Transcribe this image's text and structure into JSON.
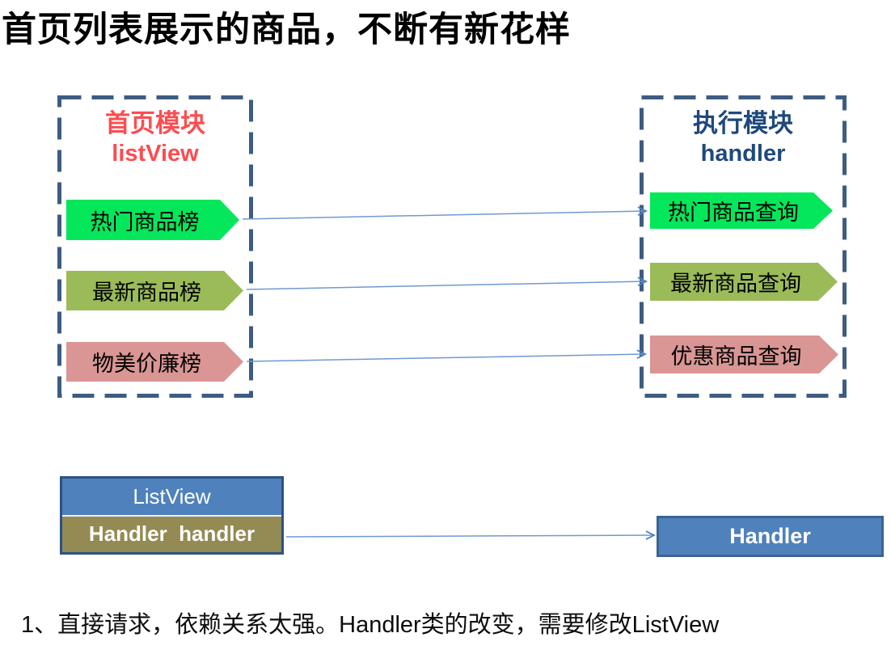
{
  "title": "首页列表展示的商品，不断有新花样",
  "left_module": {
    "title": "首页模块",
    "subtitle": "listView",
    "items": [
      {
        "label": "热门商品榜",
        "color": "#04E75A"
      },
      {
        "label": "最新商品榜",
        "color": "#9BBB59"
      },
      {
        "label": "物美价廉榜",
        "color": "#D99694"
      }
    ]
  },
  "right_module": {
    "title": "执行模块",
    "subtitle": "handler",
    "items": [
      {
        "label": "热门商品查询",
        "color": "#04E75A"
      },
      {
        "label": "最新商品查询",
        "color": "#9BBB59"
      },
      {
        "label": "优惠商品查询",
        "color": "#D99694"
      }
    ]
  },
  "class_box": {
    "class_name": "ListView",
    "member": "Handler  handler"
  },
  "handler_box": {
    "label": "Handler"
  },
  "note": "1、直接请求，依赖关系太强。Handler类的改变，需要修改ListView",
  "colors": {
    "title_red": "#FB4D51",
    "navy": "#1F497D",
    "dashed_border": "#3E5C82",
    "connector_line": "#6F9AD0",
    "connector_arrow": "#4F81BD",
    "class_fill_blue": "#4F81BD",
    "class_fill_khaki": "#948A54",
    "item_green": "#04E75A",
    "item_olive": "#9BBB59",
    "item_rose": "#D99694"
  }
}
